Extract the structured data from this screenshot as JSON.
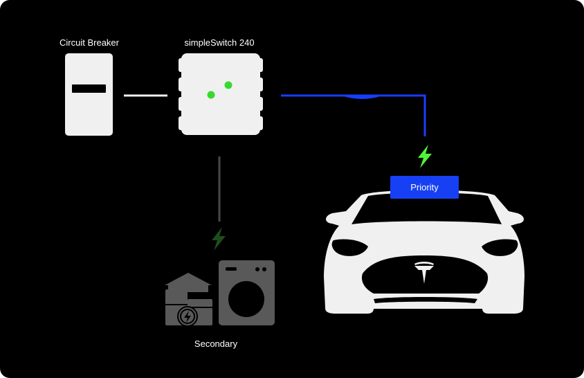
{
  "labels": {
    "circuit_breaker": "Circuit Breaker",
    "switch": "simpleSwitch 240",
    "priority": "Priority",
    "secondary": "Secondary"
  },
  "colors": {
    "background": "#000000",
    "device": "#f0f0f0",
    "priority_line": "#1a3cff",
    "priority_badge": "#1740f5",
    "indicator_green": "#39d82f",
    "active_bolt": "#4ef536",
    "inactive_bolt": "#1f4d1a",
    "secondary_line": "#4a4a4a",
    "appliance_gray": "#595959"
  },
  "icons": {
    "breaker": "circuit-breaker-icon",
    "switch": "smart-switch-icon",
    "car": "electric-car-icon",
    "appliances": "home-appliances-icon",
    "washer": "washing-machine-icon",
    "active_power": "lightning-bolt-icon",
    "inactive_power": "lightning-bolt-icon"
  }
}
